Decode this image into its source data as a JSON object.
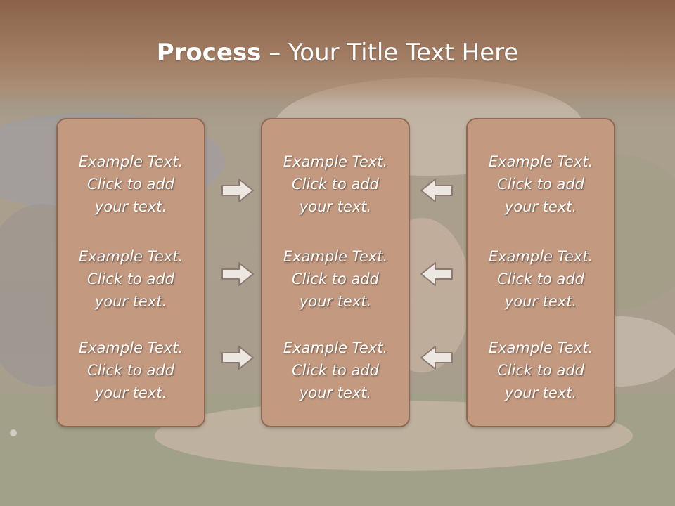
{
  "title": {
    "bold": "Process",
    "rest": " – Your Title Text Here"
  },
  "panels": [
    {
      "blocks": [
        {
          "lines": [
            "Example Text.",
            "Click  to add",
            "your text."
          ]
        },
        {
          "lines": [
            "Example Text.",
            "Click  to add",
            "your text."
          ]
        },
        {
          "lines": [
            "Example Text.",
            "Click  to add",
            "your text."
          ]
        }
      ]
    },
    {
      "blocks": [
        {
          "lines": [
            "Example Text.",
            "Click  to add",
            "your text."
          ]
        },
        {
          "lines": [
            "Example Text.",
            "Click  to add",
            "your text."
          ]
        },
        {
          "lines": [
            "Example Text.",
            "Click  to add",
            "your text."
          ]
        }
      ]
    },
    {
      "blocks": [
        {
          "lines": [
            "Example Text.",
            "Click  to add",
            "your text."
          ]
        },
        {
          "lines": [
            "Example Text.",
            "Click  to add",
            "your text."
          ]
        },
        {
          "lines": [
            "Example Text.",
            "Click  to add",
            "your text."
          ]
        }
      ]
    }
  ],
  "arrows": {
    "left_group": "arrow-right-icon",
    "right_group": "arrow-left-icon"
  },
  "colors": {
    "title_bar": "#a27d63",
    "panel_fill": "#c39a80",
    "panel_border": "#8e6a55",
    "text": "#ffffff"
  }
}
